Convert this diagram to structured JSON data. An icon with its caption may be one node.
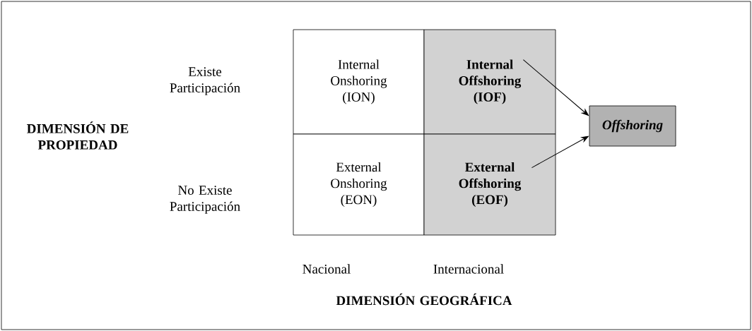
{
  "diagram": {
    "nodes": [
      {
        "text": [
          "Internal Onshoring (ION)"
        ]
      },
      {
        "text": [
          "Internal Offshoring (IOF)"
        ]
      },
      {
        "text": [
          "External Onshoring (EON)"
        ]
      },
      {
        "text": [
          "External Offshoring (EOF)"
        ]
      },
      {
        "text": [
          "Offshoring"
        ]
      }
    ],
    "edges": [
      {
        "from": 1,
        "to": 4,
        "arrow": "to"
      },
      {
        "from": 3,
        "to": 4,
        "arrow": "to"
      }
    ],
    "labels": [
      "Existe Participación",
      "DIMENSIÓN DE PROPIEDAD",
      "No Existe Participación",
      "Nacional",
      "Internacional",
      "DIMENSIÓN GEOGRÁFICA"
    ]
  }
}
